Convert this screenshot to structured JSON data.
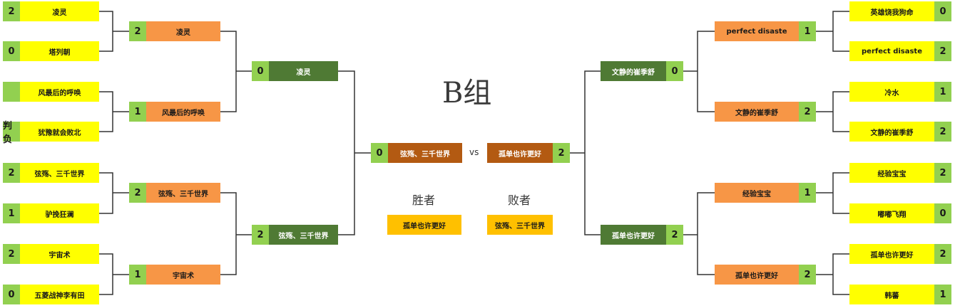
{
  "title": "B组",
  "vs_label": "vs",
  "winner_label": "胜者",
  "loser_label": "败者",
  "winner": "孤单也许更好",
  "loser": "弦殇、三千世界",
  "colors": {
    "score": "#92d050",
    "round1": "#ffff00",
    "round2": "#f79646",
    "semifinal": "#4f7a34",
    "final": "#b35a12",
    "result": "#ffc000",
    "line": "#333333"
  },
  "left": {
    "round1": [
      {
        "score": "2",
        "name": "凌灵"
      },
      {
        "score": "0",
        "name": "塔列朝"
      },
      {
        "score": "",
        "name": "风最后的呼唤"
      },
      {
        "score": "判负",
        "name": "犹豫就会败北"
      },
      {
        "score": "2",
        "name": "弦殇、三千世界"
      },
      {
        "score": "1",
        "name": "驴挽狂澜"
      },
      {
        "score": "2",
        "name": "宇宙术"
      },
      {
        "score": "0",
        "name": "五菱战神李有田"
      }
    ],
    "round2": [
      {
        "score": "2",
        "name": "凌灵"
      },
      {
        "score": "1",
        "name": "风最后的呼唤"
      },
      {
        "score": "2",
        "name": "弦殇、三千世界"
      },
      {
        "score": "1",
        "name": "宇宙术"
      }
    ],
    "semifinal": [
      {
        "score": "0",
        "name": "凌灵"
      },
      {
        "score": "2",
        "name": "弦殇、三千世界"
      }
    ],
    "final": {
      "score": "0",
      "name": "弦殇、三千世界"
    }
  },
  "right": {
    "round1": [
      {
        "score": "0",
        "name": "英雄饶我狗命"
      },
      {
        "score": "2",
        "name": "perfect disaste"
      },
      {
        "score": "1",
        "name": "冷水"
      },
      {
        "score": "2",
        "name": "文静的崔季舒"
      },
      {
        "score": "2",
        "name": "经验宝宝"
      },
      {
        "score": "0",
        "name": "嘟嘟飞翔"
      },
      {
        "score": "2",
        "name": "孤单也许更好"
      },
      {
        "score": "1",
        "name": "韩蕃"
      }
    ],
    "round2": [
      {
        "score": "1",
        "name": "perfect disaste"
      },
      {
        "score": "2",
        "name": "文静的崔季舒"
      },
      {
        "score": "1",
        "name": "经验宝宝"
      },
      {
        "score": "2",
        "name": "孤单也许更好"
      }
    ],
    "semifinal": [
      {
        "score": "0",
        "name": "文静的崔季舒"
      },
      {
        "score": "2",
        "name": "孤单也许更好"
      }
    ],
    "final": {
      "score": "2",
      "name": "孤单也许更好"
    }
  }
}
